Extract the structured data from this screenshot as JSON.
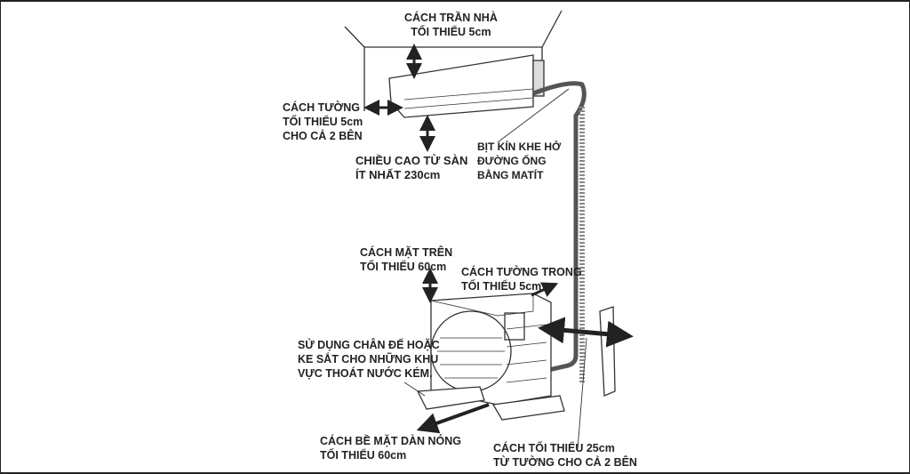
{
  "labels": {
    "ceiling": [
      "CÁCH TRẦN NHÀ",
      "TỐI THIỂU 5cm"
    ],
    "side_wall": [
      "CÁCH TƯỜNG",
      "TỐI THIỂU 5cm",
      "CHO CẢ 2 BÊN"
    ],
    "floor_height": [
      "CHIỀU CAO TỪ SÀN",
      "ÍT NHẤT 230cm"
    ],
    "seal": [
      "BỊT KÍN KHE HỞ",
      "ĐƯỜNG ỐNG",
      "BẰNG MATÍT"
    ],
    "top_surface": [
      "CÁCH MẶT TRÊN",
      "TỐI THIỂU 60cm"
    ],
    "inner_wall": [
      "CÁCH TƯỜNG TRONG",
      "TỐI THIỂU 5cm"
    ],
    "stand": [
      "SỬ DỤNG CHÂN ĐẾ HOẶC",
      "KE SẮT CHO NHỮNG KHU",
      "VỰC THOÁT NƯỚC KÉM."
    ],
    "condenser_face": [
      "CÁCH BỀ MẶT DÀN NÓNG",
      "TỐI THIỂU 60cm"
    ],
    "side_distance": [
      "CÁCH TỐI THIỂU 25cm",
      "TỪ TƯỜNG CHO CẢ 2 BÊN"
    ]
  }
}
